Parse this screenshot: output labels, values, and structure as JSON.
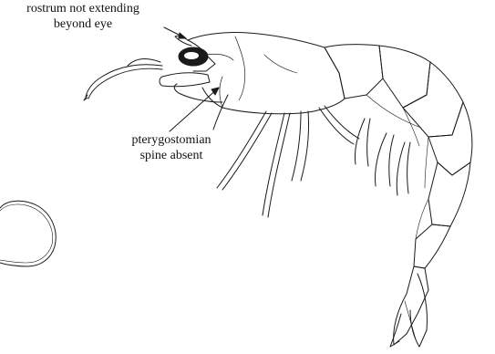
{
  "labels": {
    "rostrum": [
      "rostrum not extending",
      "beyond eye"
    ],
    "pterygostomian": [
      "pterygostomian",
      "spine absent"
    ]
  },
  "colors": {
    "ink": "#1a1a1a",
    "background": "#ffffff"
  }
}
